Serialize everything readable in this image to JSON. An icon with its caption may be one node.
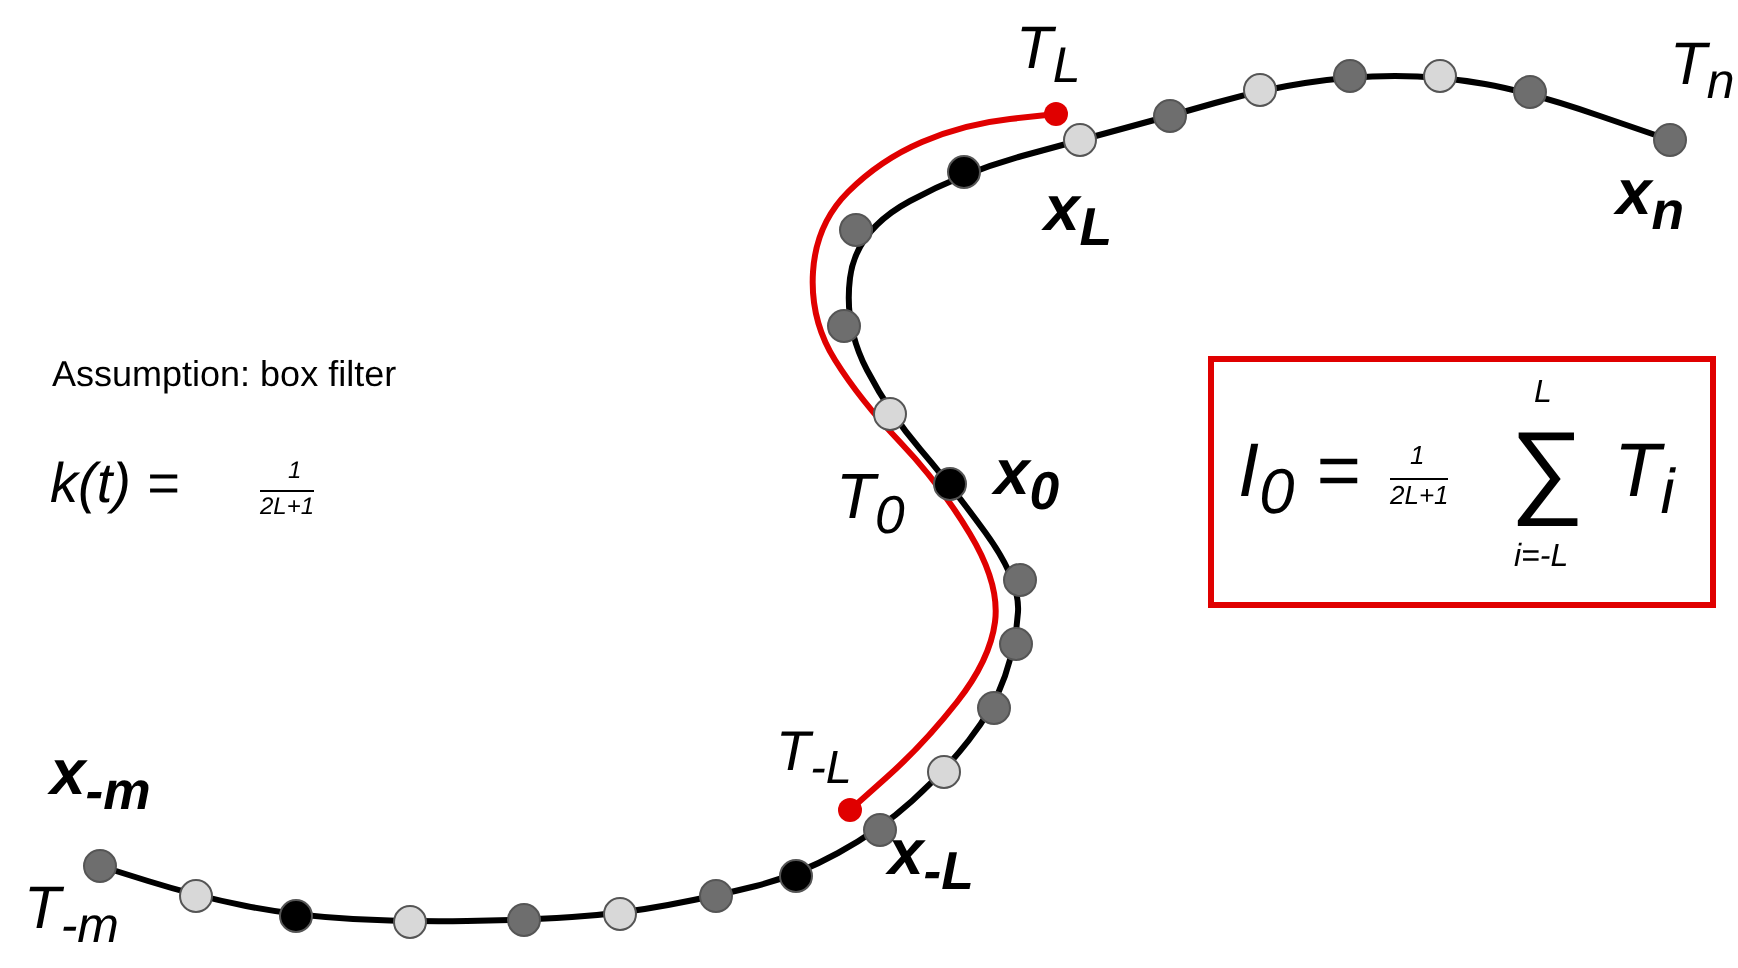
{
  "diagram": {
    "nodes": [
      {
        "text": [
          "I$_{0}$ =",
          "1",
          "2L+1",
          "∑",
          "L",
          "i=-L",
          "T$_{i}$"
        ]
      }
    ],
    "edges": [],
    "labels": [
      "T$_{L}$",
      "T$_{n}$",
      "x$_{L}$",
      "x$_{n}$",
      "Assumption: box filter",
      "k(t) =",
      "1",
      "2L+1",
      "T$_{0}$",
      "x$_{0}$",
      "T$_{-L}$",
      "x$_{-m}$",
      "x$_{-L}$",
      "T$_{-m}$"
    ]
  }
}
